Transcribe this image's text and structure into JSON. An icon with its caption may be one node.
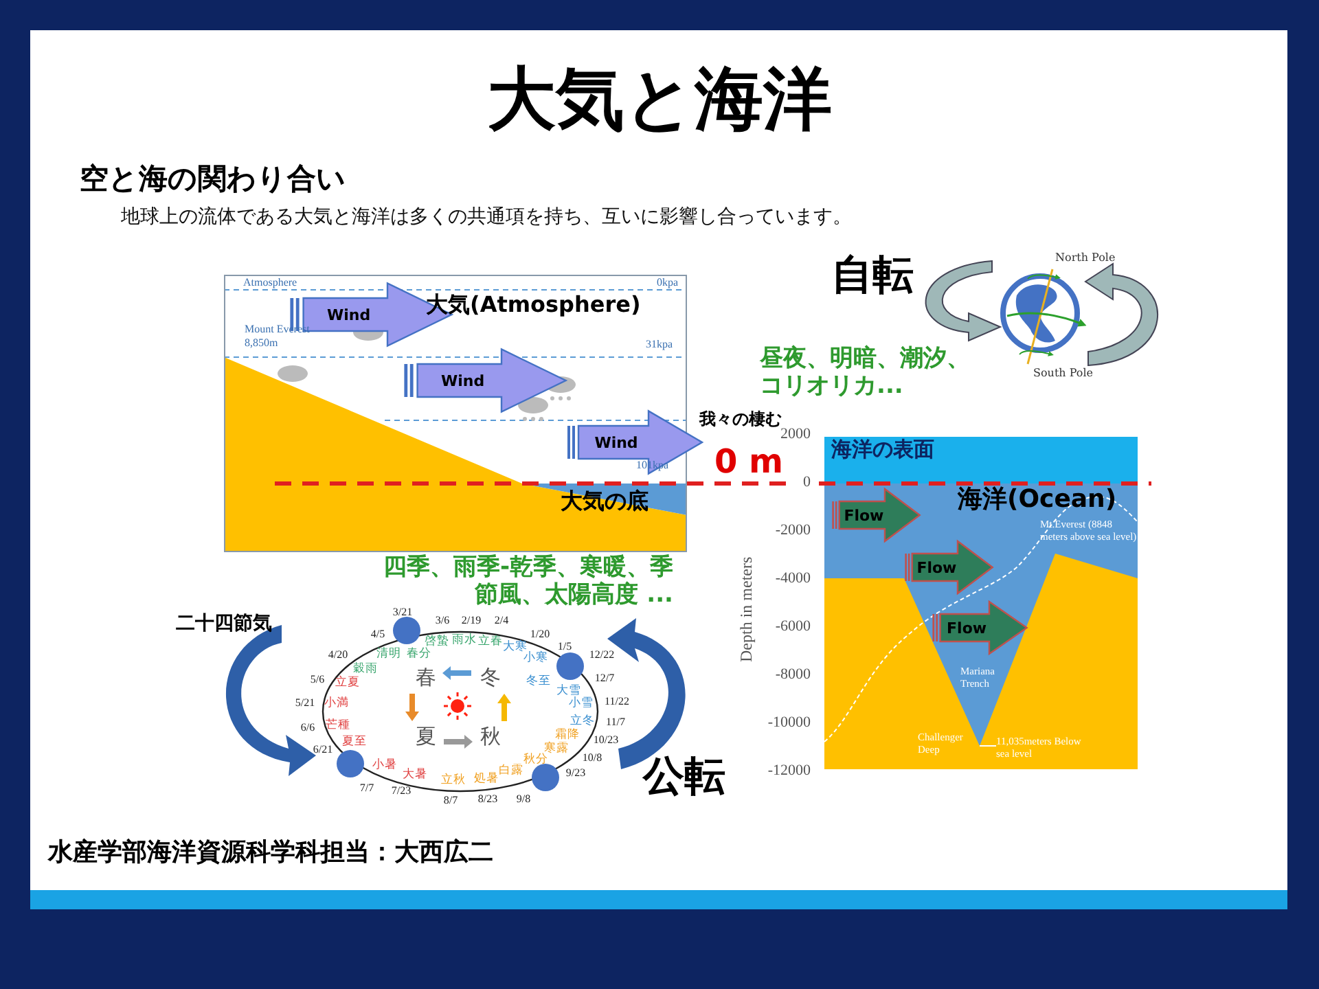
{
  "diagram": {
    "title": "大気と海洋",
    "nodes": [
      {
        "text": [
          "大気(Atmosphere)",
          "大気の底"
        ]
      },
      {
        "text": [
          "Wind"
        ],
        "in": 0
      },
      {
        "text": [
          "Wind"
        ],
        "in": 0
      },
      {
        "text": [
          "Wind"
        ],
        "in": 0
      },
      {
        "text": [
          "海洋の表面",
          "海洋(Ocean)"
        ]
      },
      {
        "text": [
          "Flow"
        ],
        "in": 4
      },
      {
        "text": [
          "Flow"
        ],
        "in": 4
      },
      {
        "text": [
          "Flow"
        ],
        "in": 4
      }
    ],
    "labels": [
      "空と海の関わり合い",
      "地球上の流体である大気と海洋は多くの共通項を持ち、互いに影響し合っています。",
      "自転",
      "昼夜、明暗、潮汐、コリオリカ...",
      "North Pole",
      "South Pole",
      "Atmosphere",
      "0kpa",
      "Mount Everest 8,850m",
      "31kpa",
      "101kpa",
      "我々の棲む",
      "0 m",
      "2000",
      "0",
      "-2000",
      "-4000",
      "-6000",
      "-8000",
      "-10000",
      "-12000",
      "Depth in meters",
      "Mt.Everest (8848 meters above sea level)",
      "Mariana Trench",
      "Challenger Deep",
      "11,035meters Below sea level",
      "四季、雨季-乾季、寒暖、季節風、太陽高度 ...",
      "二十四節気",
      "春",
      "冬",
      "夏",
      "秋",
      "3/21",
      "3/6",
      "啓蟄",
      "2/19",
      "雨水",
      "2/4",
      "立春",
      "1/20",
      "大寒",
      "1/5",
      "小寒",
      "12/22",
      "冬至",
      "12/7",
      "大雪",
      "11/22",
      "小雪",
      "11/7",
      "立冬",
      "10/23",
      "霜降",
      "10/8",
      "寒露",
      "9/23",
      "秋分",
      "9/8",
      "白露",
      "8/23",
      "処暑",
      "8/7",
      "立秋",
      "7/23",
      "大暑",
      "7/7",
      "小暑",
      "6/21",
      "夏至",
      "6/6",
      "芒種",
      "5/21",
      "小満",
      "5/6",
      "立夏",
      "4/20",
      "穀雨",
      "4/5",
      "清明",
      "春分",
      "公転",
      "水産学部海洋資源科学科担当：大西広二"
    ]
  }
}
